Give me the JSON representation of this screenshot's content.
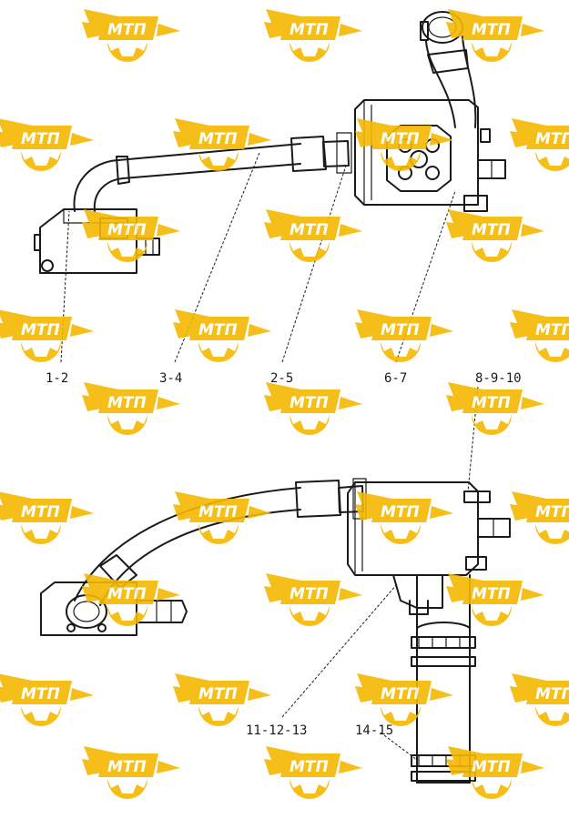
{
  "watermark": {
    "text": "МТП",
    "color": "#f5b800"
  },
  "callouts": {
    "c1": "1-2",
    "c2": "3-4",
    "c3": "2-5",
    "c4": "6-7",
    "c5": "8-9-10",
    "c6": "11-12-13",
    "c7": "14-15"
  },
  "colors": {
    "line": "#1a1a1a",
    "watermark": "#f5b800"
  }
}
